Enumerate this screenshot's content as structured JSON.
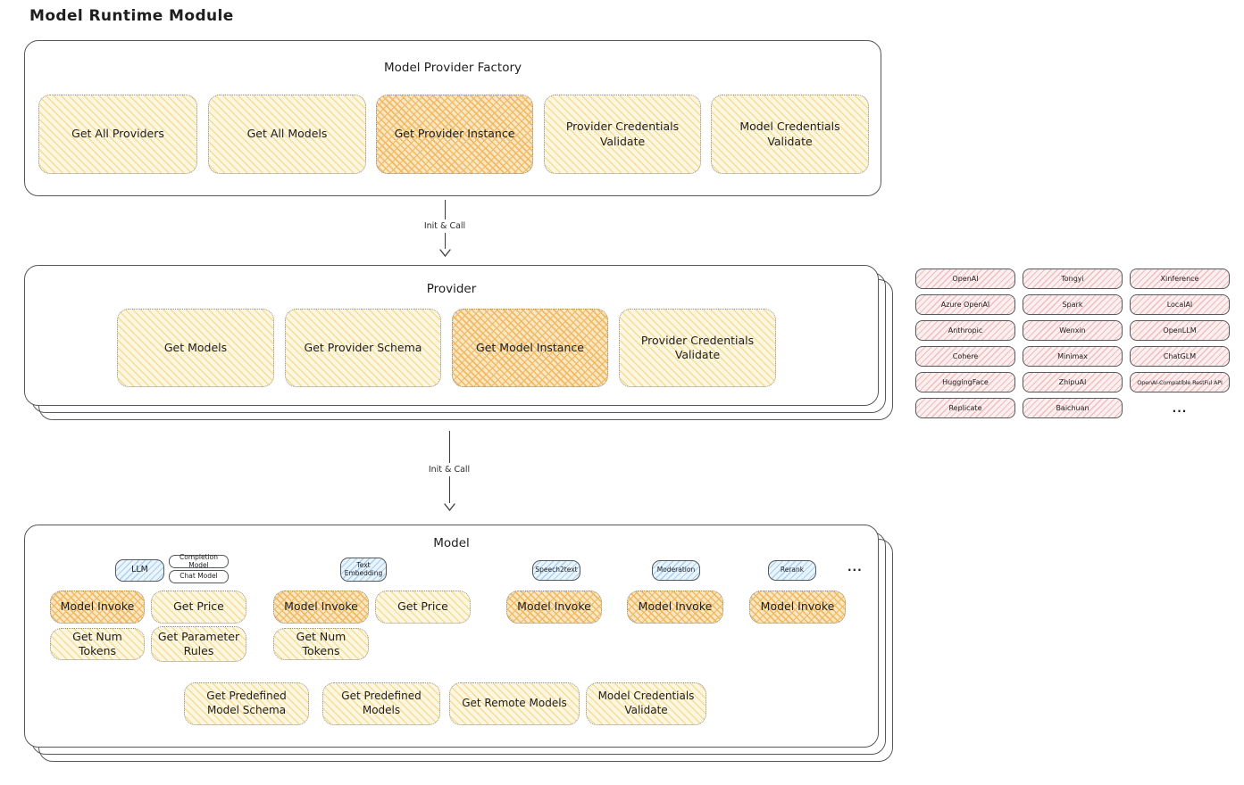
{
  "title": "Model Runtime Module",
  "colors": {
    "yellow": "#fdf6e0",
    "yellow_hatch": "#f6dd96",
    "orange": "#f9e7c2",
    "orange_hatch": "#f1b964",
    "pink": "#fbefef",
    "pink_hatch": "#f0bcbc",
    "blue": "#e9f4fc",
    "blue_hatch": "#a8cfee",
    "ink": "#1e1e1e",
    "border": "#55585c"
  },
  "factory": {
    "title": "Model Provider Factory",
    "buttons": [
      "Get All Providers",
      "Get All Models",
      "Get Provider Instance",
      "Provider Credentials Validate",
      "Model Credentials Validate"
    ]
  },
  "arrows": {
    "top": "Init & Call",
    "bottom": "Init & Call"
  },
  "provider": {
    "title": "Provider",
    "buttons": [
      "Get Models",
      "Get Provider Schema",
      "Get Model Instance",
      "Provider Credentials Validate"
    ]
  },
  "provider_list": {
    "items": [
      "OpenAI",
      "Tongyi",
      "Xinference",
      "Azure OpenAI",
      "Spark",
      "LocalAI",
      "Anthropic",
      "Wenxin",
      "OpenLLM",
      "Cohere",
      "Minimax",
      "ChatGLM",
      "HuggingFace",
      "ZhipuAI",
      "OpenAI-Compatible RestFul API",
      "Replicate",
      "Baichuan"
    ],
    "more": "..."
  },
  "model": {
    "title": "Model",
    "badges": [
      "LLM",
      "Completion Model",
      "Chat Model",
      "Text Embedding",
      "Speech2text",
      "Moderation",
      "Rerank"
    ],
    "badges_more": "...",
    "action_buttons": [
      "Model Invoke",
      "Get Price",
      "Model Invoke",
      "Get Price",
      "Model Invoke",
      "Model Invoke",
      "Model Invoke",
      "Get Num Tokens",
      "Get Parameter Rules",
      "Get Num Tokens"
    ],
    "bottom_buttons": [
      "Get Predefined Model Schema",
      "Get Predefined Models",
      "Get Remote Models",
      "Model Credentials Validate"
    ]
  }
}
